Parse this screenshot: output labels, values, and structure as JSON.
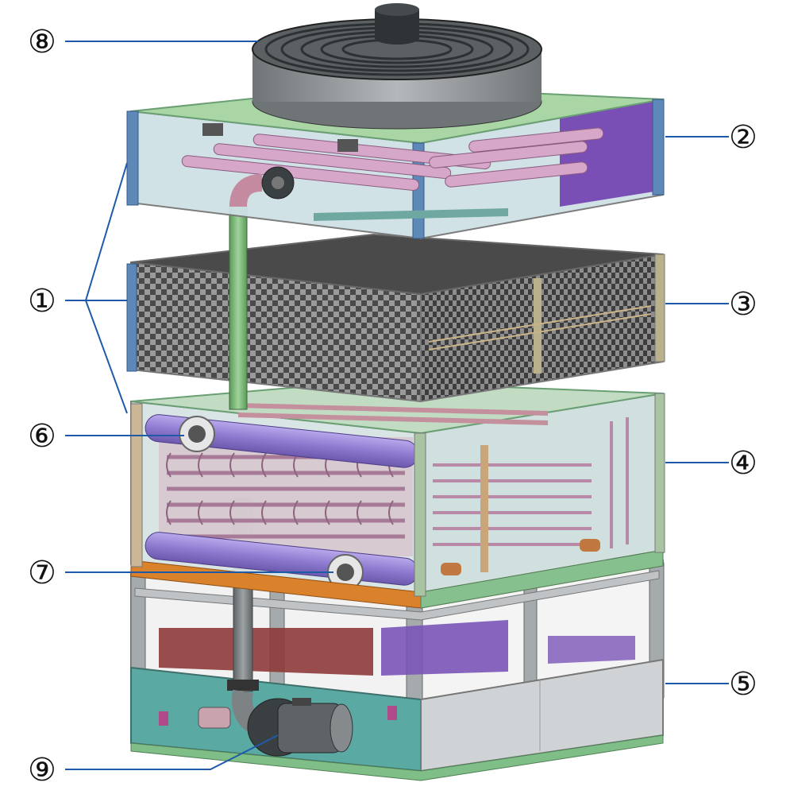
{
  "callouts": [
    {
      "id": "1",
      "label": "①"
    },
    {
      "id": "2",
      "label": "②"
    },
    {
      "id": "3",
      "label": "③"
    },
    {
      "id": "4",
      "label": "④"
    },
    {
      "id": "5",
      "label": "⑤"
    },
    {
      "id": "6",
      "label": "⑥"
    },
    {
      "id": "7",
      "label": "⑦"
    },
    {
      "id": "8",
      "label": "⑧"
    },
    {
      "id": "9",
      "label": "⑨"
    }
  ],
  "colors": {
    "leader": "#1f5aa8",
    "callout_text": "#111111",
    "frame": "#8a8f8c",
    "green_frame": "#8fc79a",
    "glass": "#cfe1e6",
    "purple": "#7a4fb5",
    "pipe_purple": "#9a86d8",
    "coil": "#b98aa8",
    "fill": "#3a3a3a",
    "fan": "#8e9396",
    "teal": "#5aa9a3",
    "orange": "#d9822b",
    "red": "#8e3a3a",
    "steel": "#c9cdcf"
  },
  "icons": [
    "axial-fan-icon",
    "spray-header-icon",
    "fill-pack-icon",
    "coil-bundle-icon",
    "water-basin-icon",
    "pump-motor-icon",
    "flange-icon"
  ]
}
